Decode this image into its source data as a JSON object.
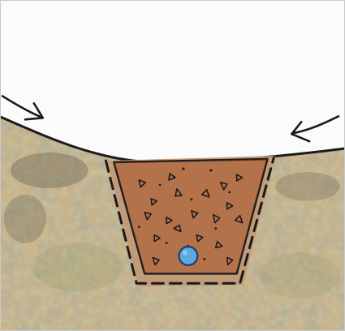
{
  "diagram": {
    "kind": "french-drain-cross-section",
    "labels": [],
    "parts": [
      "sky",
      "sloped-ground-surface",
      "trench",
      "filter-fabric-lining",
      "gravel-fill",
      "perforated-drain-pipe",
      "surface-runoff-arrows"
    ],
    "colors": {
      "sky": "#fbfbfb",
      "soil_light": "#c9b48c",
      "soil_dark": "#7b6a52",
      "soil_green": "#8f9668",
      "trench_lining": "#c19a77",
      "gravel": "#b8764e",
      "gravel_dark": "#a6643e",
      "pipe": "#5ea8dc",
      "pipe_outline": "#1f3f66",
      "ink": "#1a1a1a"
    }
  }
}
